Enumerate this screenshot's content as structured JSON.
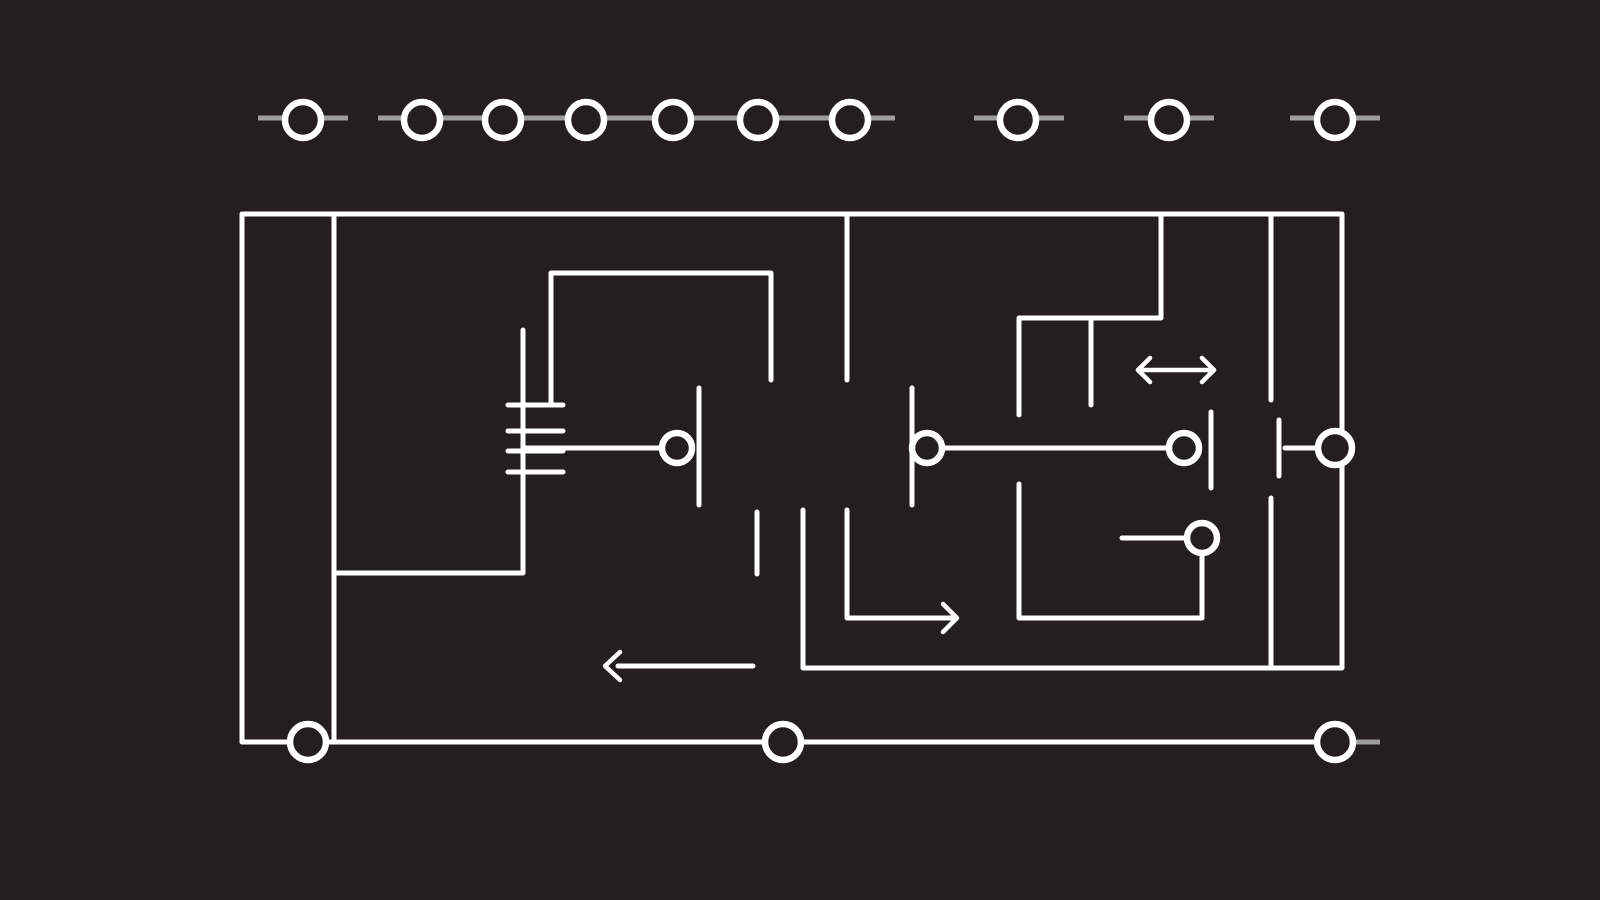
{
  "diagram": {
    "type": "circuit-schematic",
    "labels": [],
    "colors": {
      "background": "#231f20",
      "line": "#ffffff",
      "stub": "#9e9e9e"
    },
    "terminals_top_count": 10,
    "terminals_bottom_count": 3,
    "arrow_icons": [
      "double-arrow-icon",
      "arrow-left-icon",
      "arrow-right-icon"
    ]
  }
}
